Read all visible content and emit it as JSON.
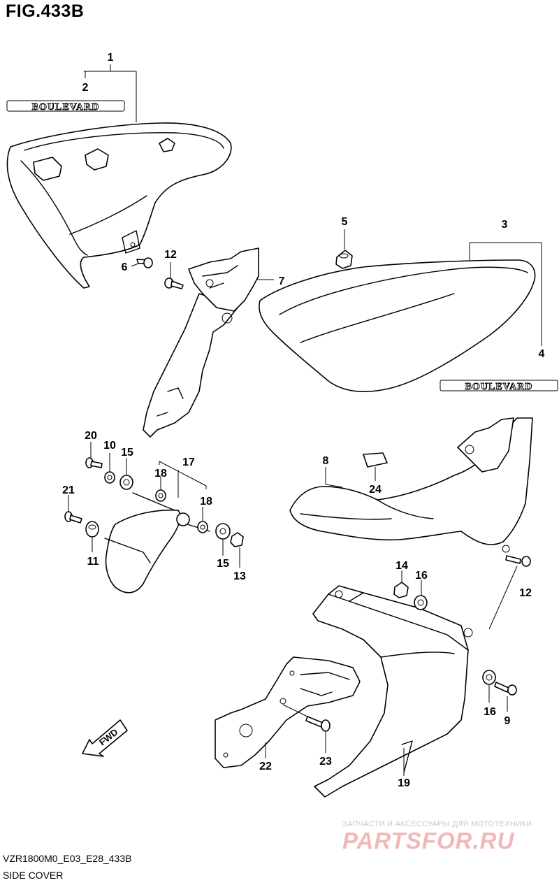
{
  "figure": {
    "title": "FIG.433B",
    "code": "VZR1800M0_E03_E28_433B",
    "section": "SIDE COVER"
  },
  "emblems": [
    "BOULEVARD",
    "BOULEVARD"
  ],
  "arrow_label": "FWD",
  "callouts": [
    "1",
    "2",
    "3",
    "4",
    "5",
    "6",
    "7",
    "8",
    "9",
    "10",
    "11",
    "12",
    "12",
    "13",
    "14",
    "15",
    "15",
    "16",
    "16",
    "17",
    "18",
    "18",
    "19",
    "20",
    "21",
    "22",
    "23",
    "24"
  ],
  "watermark": {
    "line1": "ЗАПЧАСТИ И АКСЕССУАРЫ ДЛЯ МОТОТЕХНИКИ",
    "line2": "PARTSFOR.RU"
  }
}
